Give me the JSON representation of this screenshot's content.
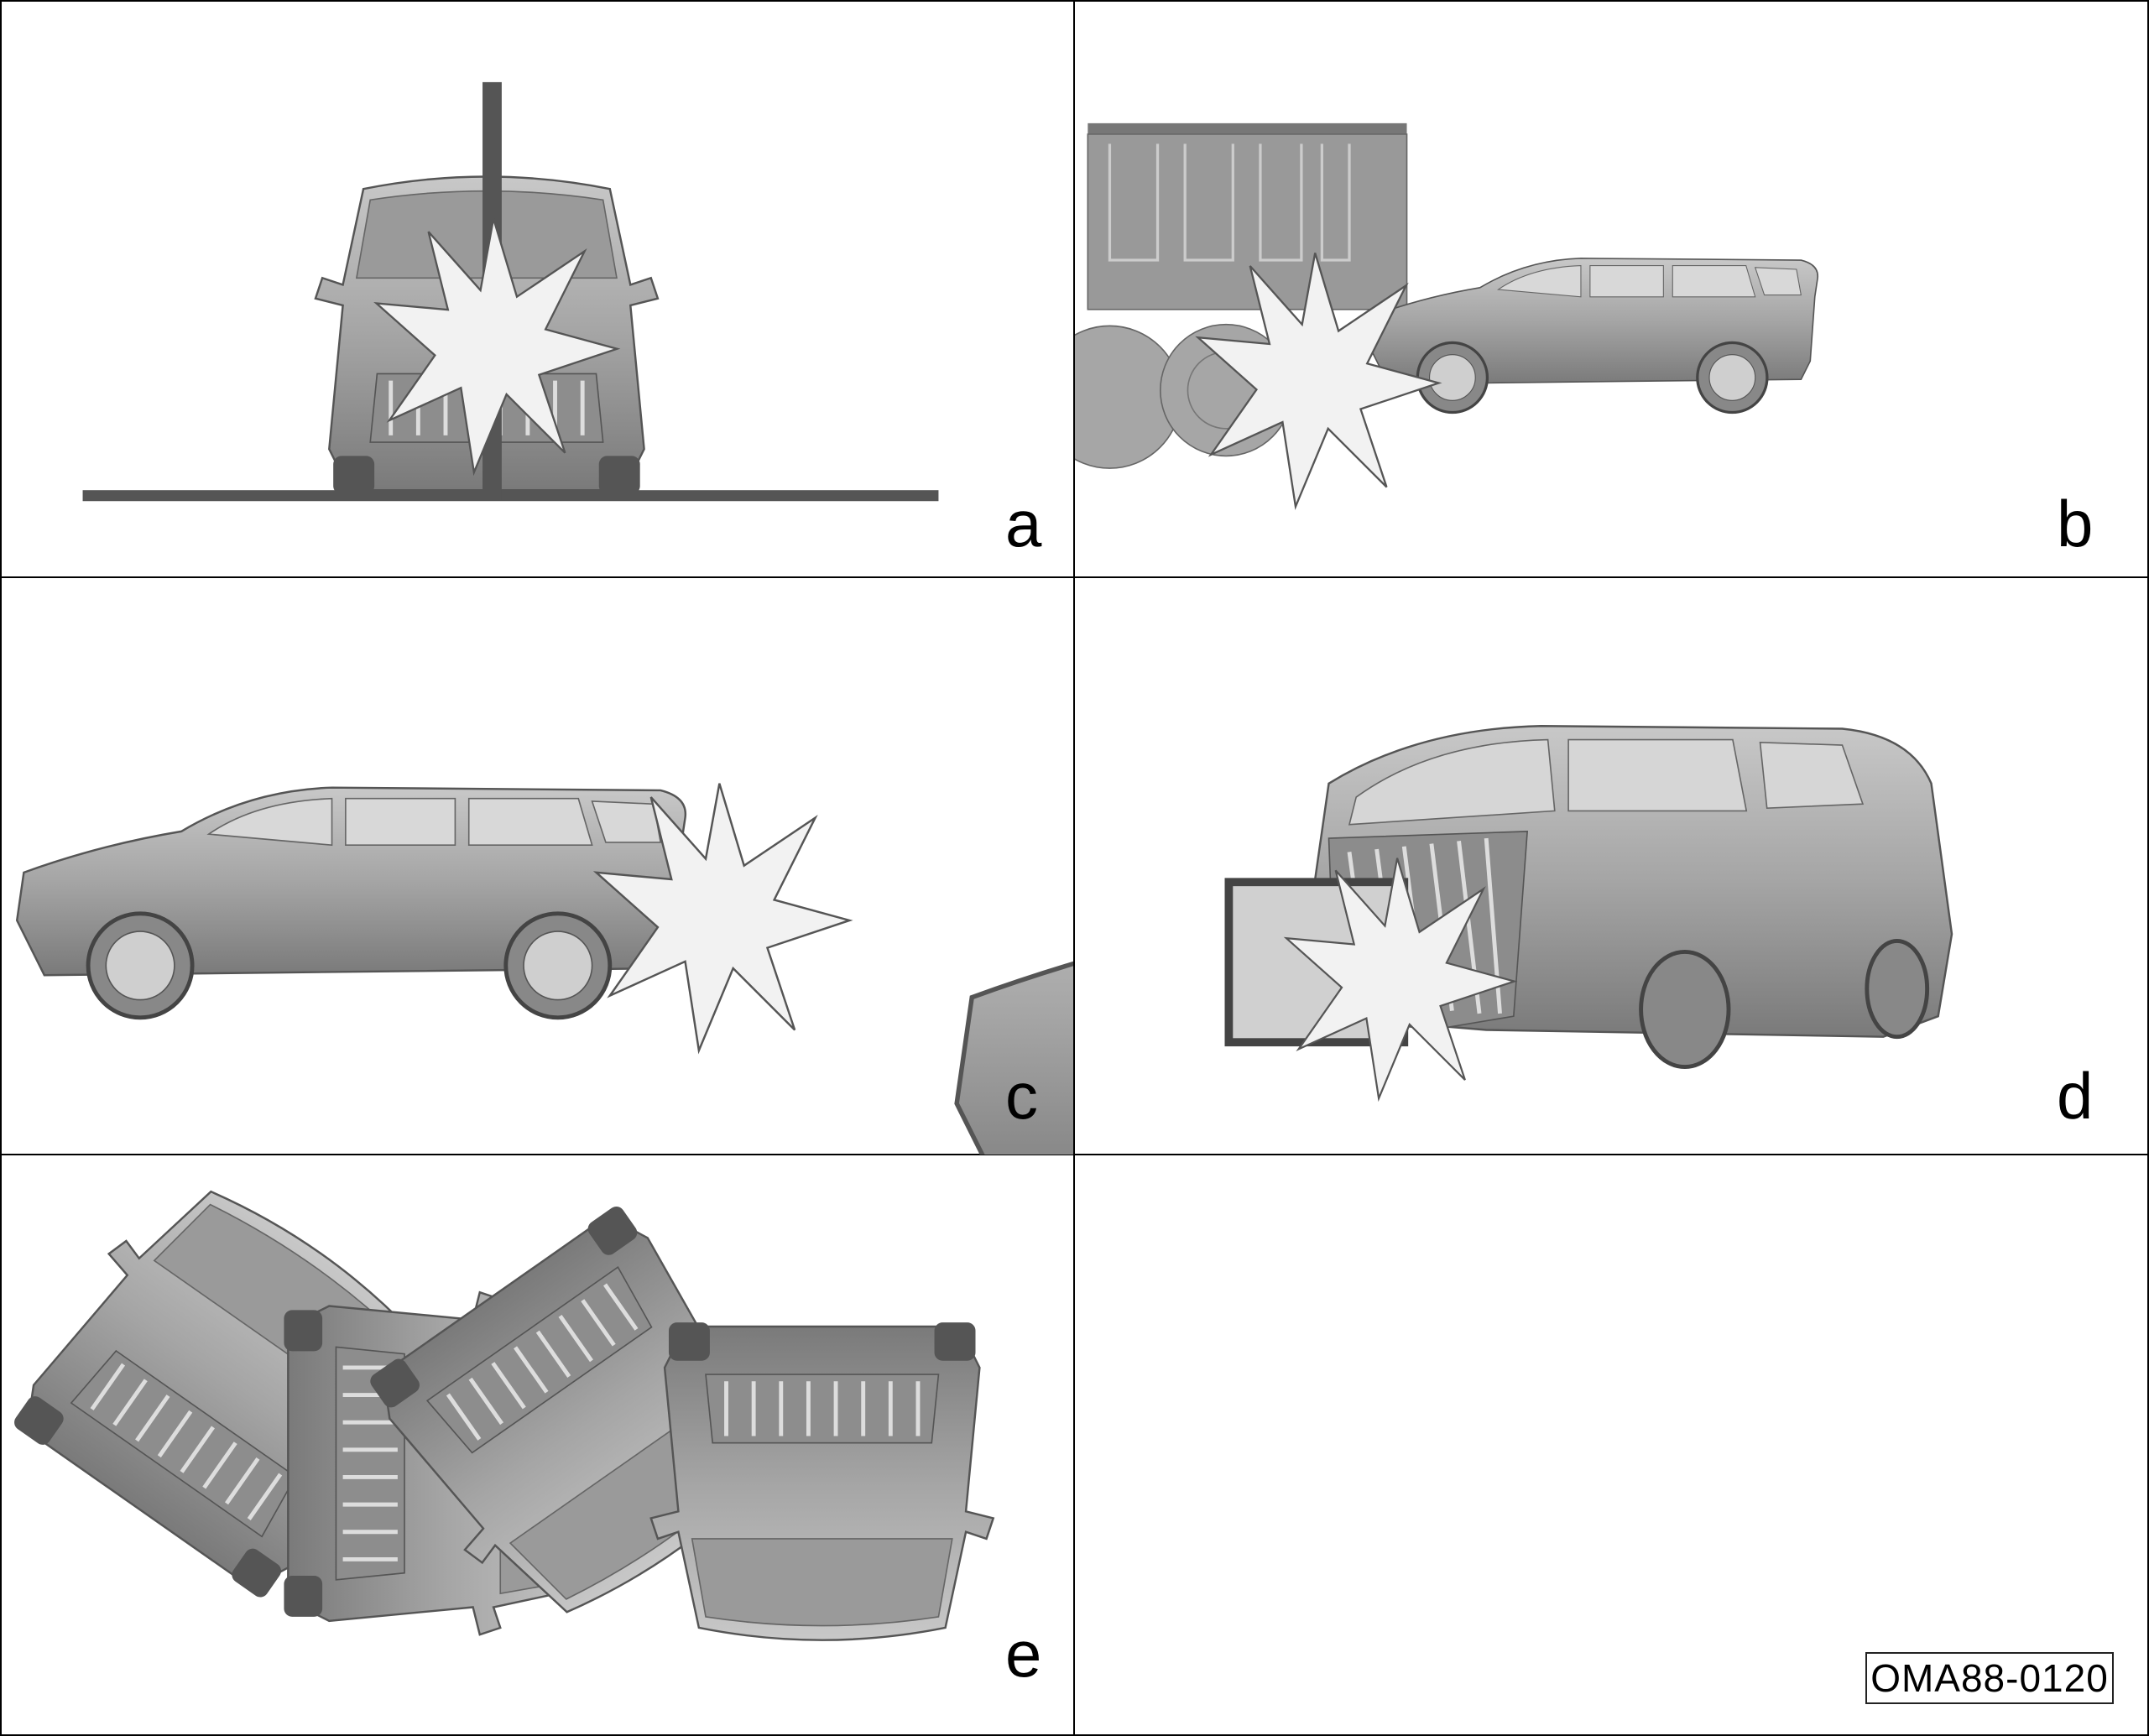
{
  "figure": {
    "panels": [
      {
        "label": "a",
        "scenario": "pole-frontal-impact"
      },
      {
        "label": "b",
        "scenario": "truck-underride-frontal-impact"
      },
      {
        "label": "c",
        "scenario": "rear-end-collision"
      },
      {
        "label": "d",
        "scenario": "offset-frontal-impact"
      },
      {
        "label": "e",
        "scenario": "rollover"
      }
    ],
    "code": "OMA88-0120"
  },
  "colors": {
    "vehicle": "#a9a9a9",
    "vehicle_dark": "#6e6e6e",
    "obstacle": "#555555",
    "burst": "#f2f2f2"
  }
}
